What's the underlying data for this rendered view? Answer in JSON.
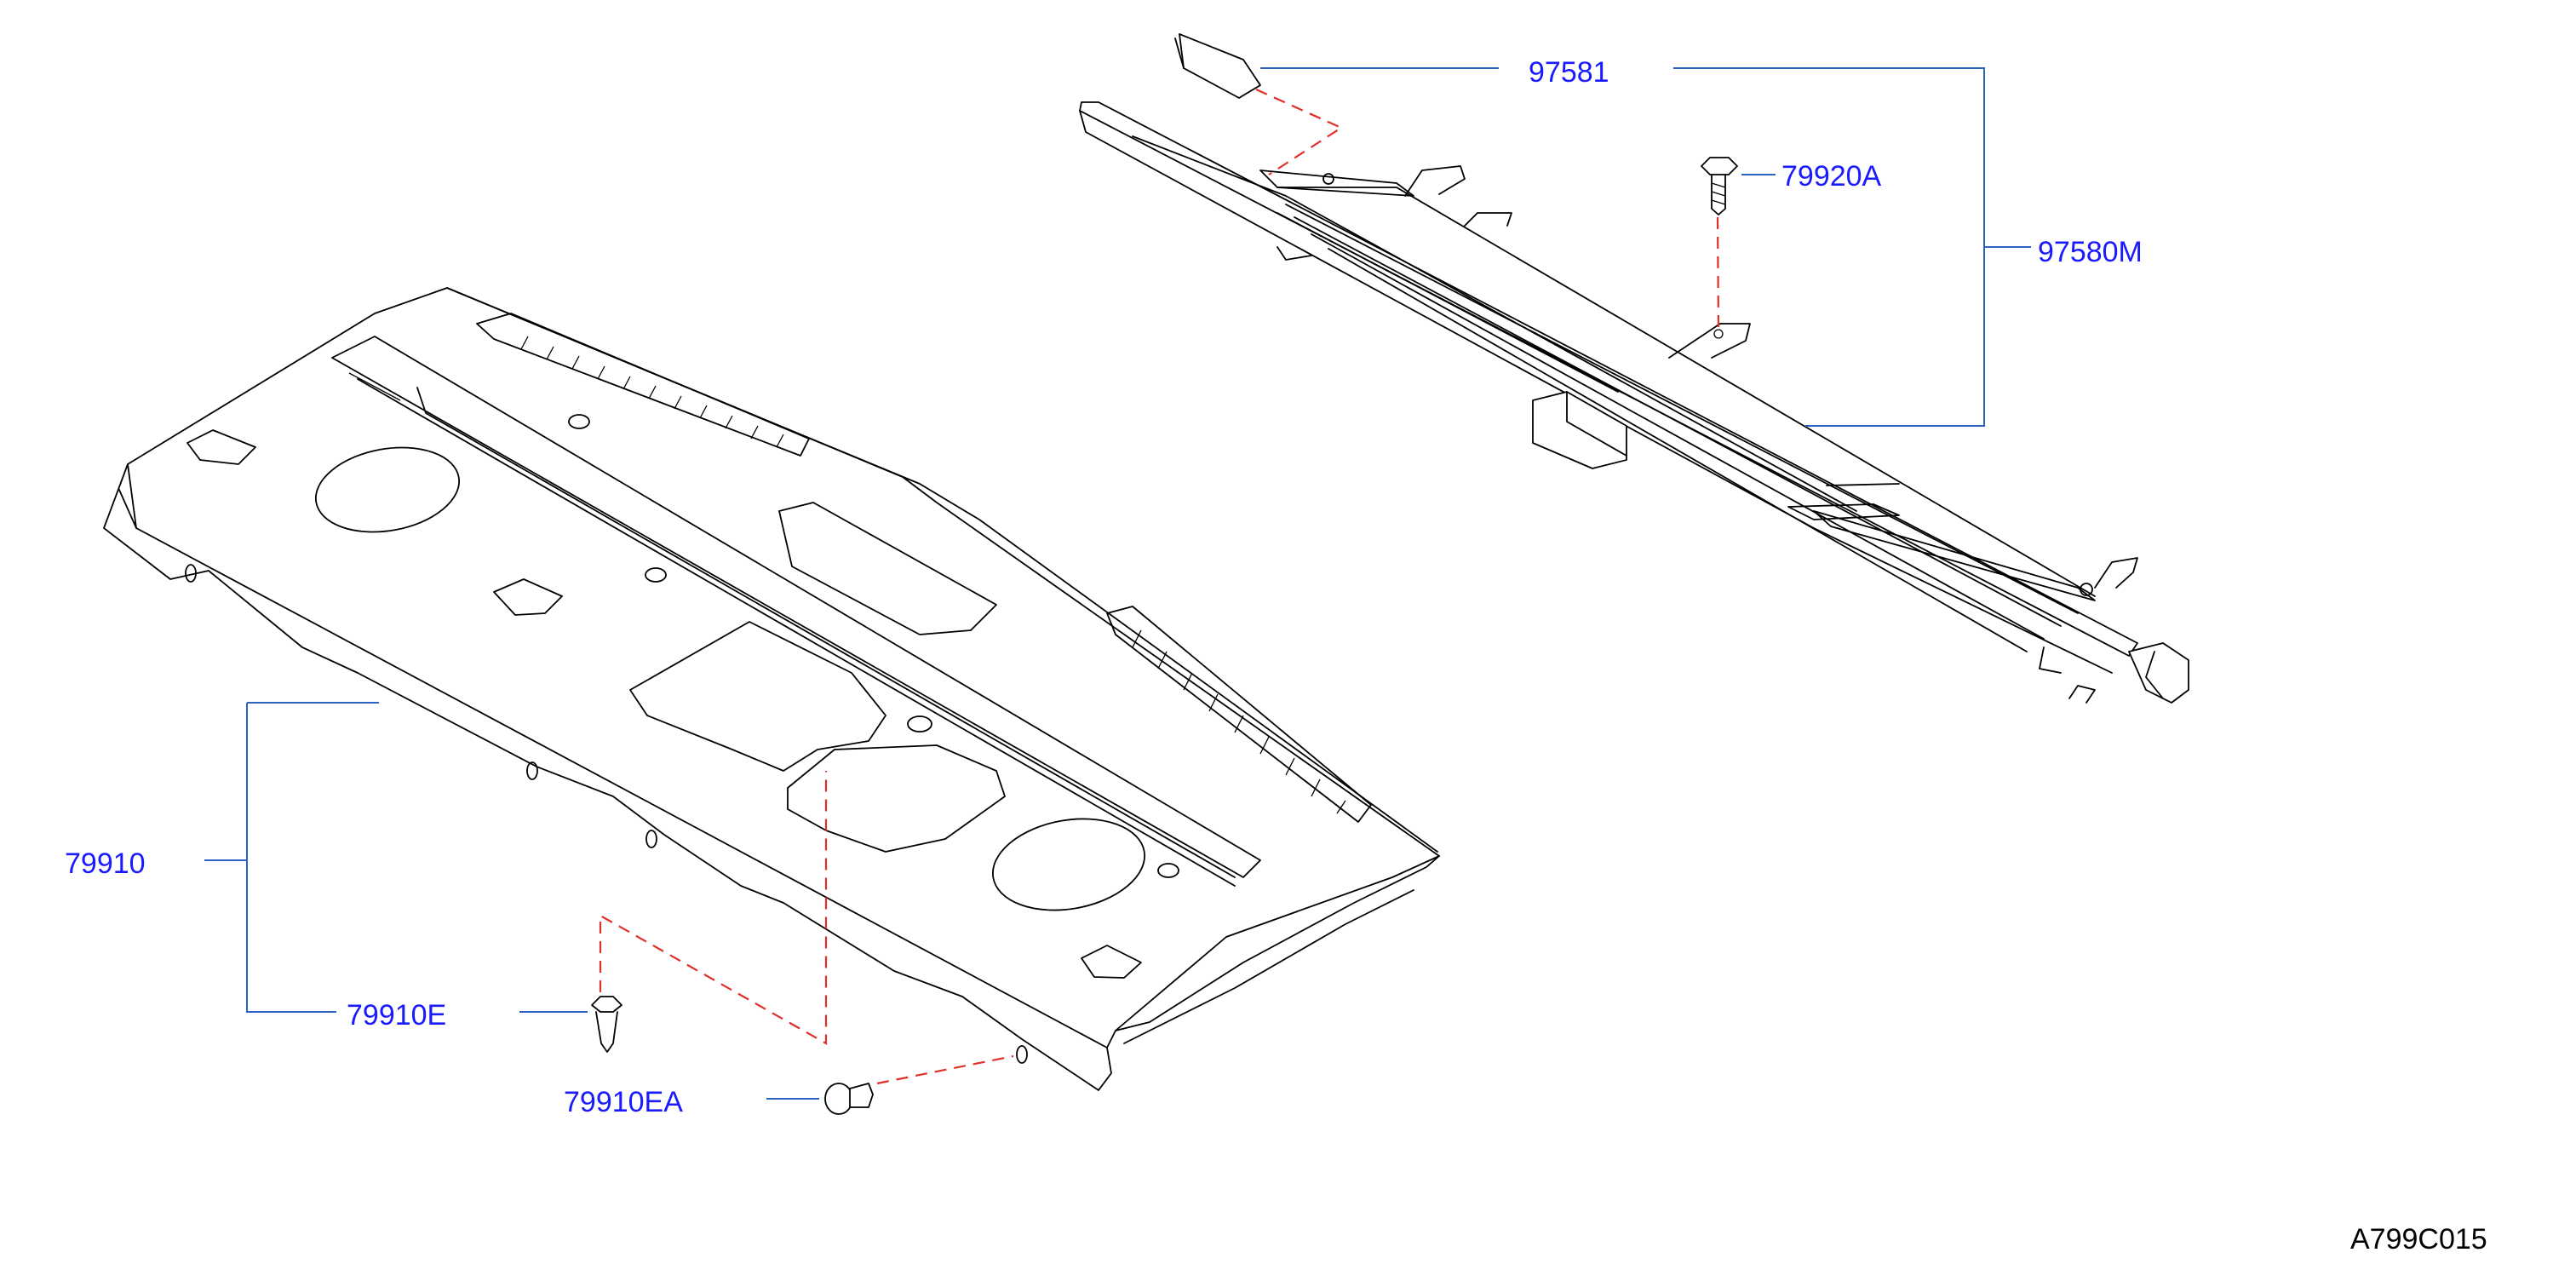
{
  "colors": {
    "label": "#1a1aff",
    "leader": "#2b63c4",
    "dashed_link": "#e0302a",
    "line_art": "#000000",
    "background": "#ffffff"
  },
  "parts": {
    "p97581": "97581",
    "p97580M": "97580M",
    "p79920A": "79920A",
    "p79910": "79910",
    "p79910E": "79910E",
    "p79910EA": "79910EA"
  },
  "diagram_ref": "A799C015"
}
